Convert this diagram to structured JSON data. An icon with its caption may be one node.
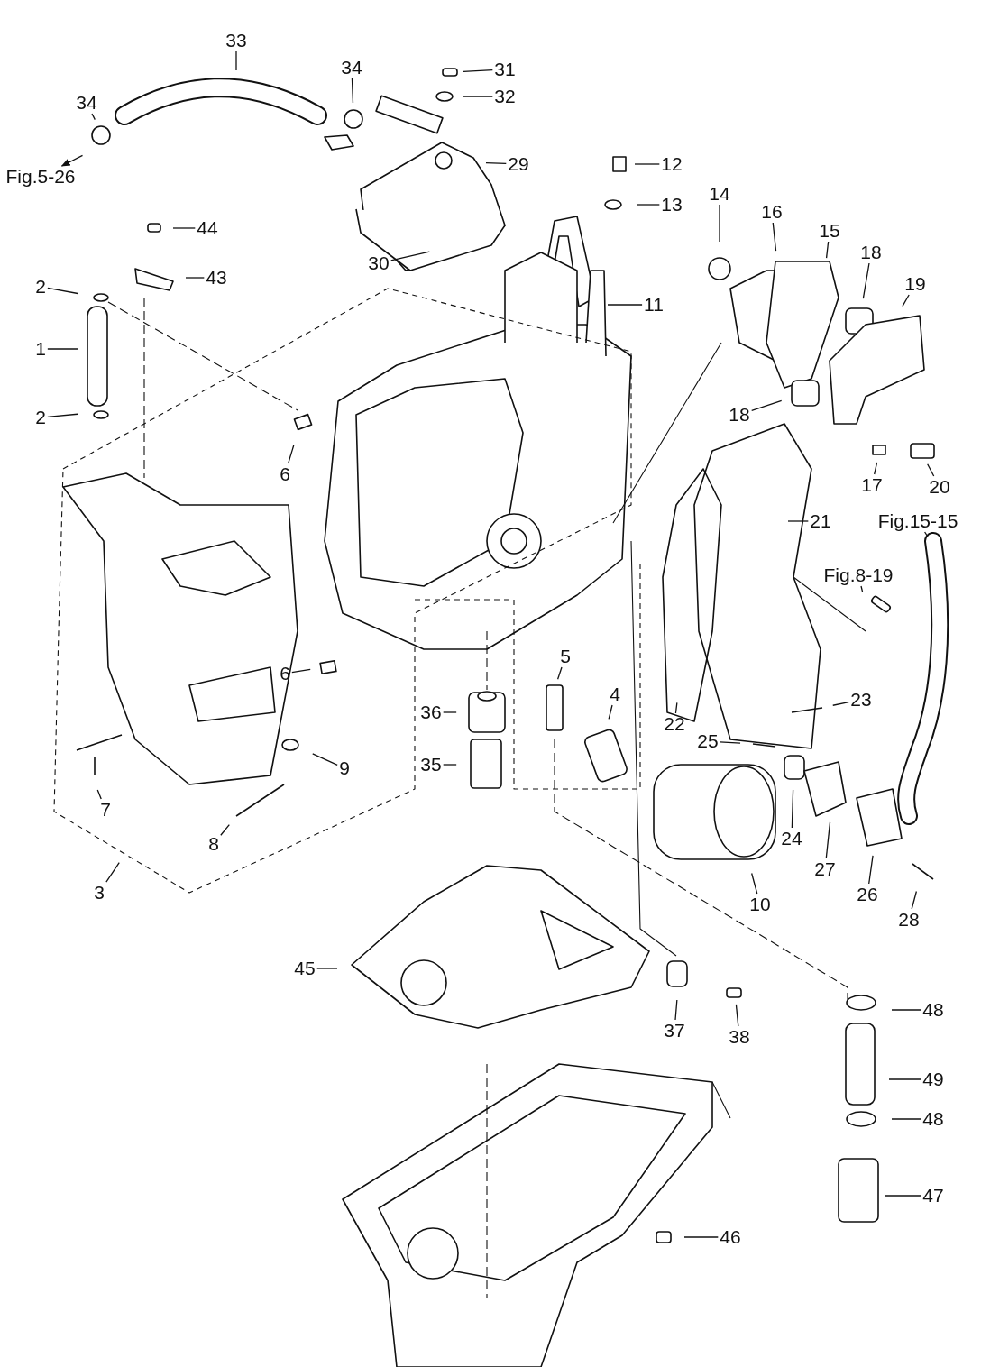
{
  "diagram": {
    "nodes": [
      {
        "text": [
          "33"
        ]
      },
      {
        "text": [
          "34"
        ]
      },
      {
        "text": [
          "Fig.5-26"
        ]
      },
      {
        "text": [
          "34"
        ]
      },
      {
        "text": [
          "31"
        ]
      },
      {
        "text": [
          "32"
        ]
      },
      {
        "text": [
          "29"
        ]
      },
      {
        "text": [
          "12"
        ]
      },
      {
        "text": [
          "13"
        ]
      },
      {
        "text": [
          "30"
        ]
      },
      {
        "text": [
          "44"
        ]
      },
      {
        "text": [
          "43"
        ]
      },
      {
        "text": [
          "2"
        ]
      },
      {
        "text": [
          "1"
        ]
      },
      {
        "text": [
          "2"
        ]
      },
      {
        "text": [
          "11"
        ]
      },
      {
        "text": [
          "14"
        ]
      },
      {
        "text": [
          "16"
        ]
      },
      {
        "text": [
          "15"
        ]
      },
      {
        "text": [
          "18"
        ]
      },
      {
        "text": [
          "19"
        ]
      },
      {
        "text": [
          "18"
        ]
      },
      {
        "text": [
          "17"
        ]
      },
      {
        "text": [
          "20"
        ]
      },
      {
        "text": [
          "21"
        ]
      },
      {
        "text": [
          "6"
        ]
      },
      {
        "text": [
          "6"
        ]
      },
      {
        "text": [
          "5"
        ]
      },
      {
        "text": [
          "4"
        ]
      },
      {
        "text": [
          "36"
        ]
      },
      {
        "text": [
          "35"
        ]
      },
      {
        "text": [
          "7"
        ]
      },
      {
        "text": [
          "8"
        ]
      },
      {
        "text": [
          "9"
        ]
      },
      {
        "text": [
          "3"
        ]
      },
      {
        "text": [
          "22"
        ]
      },
      {
        "text": [
          "Fig.15-15"
        ]
      },
      {
        "text": [
          "Fig.8-19"
        ]
      },
      {
        "text": [
          "23"
        ]
      },
      {
        "text": [
          "25"
        ]
      },
      {
        "text": [
          "24"
        ]
      },
      {
        "text": [
          "27"
        ]
      },
      {
        "text": [
          "26"
        ]
      },
      {
        "text": [
          "28"
        ]
      },
      {
        "text": [
          "10"
        ]
      },
      {
        "text": [
          "45"
        ]
      },
      {
        "text": [
          "37"
        ]
      },
      {
        "text": [
          "38"
        ]
      },
      {
        "text": [
          "48"
        ]
      },
      {
        "text": [
          "49"
        ]
      },
      {
        "text": [
          "48"
        ]
      },
      {
        "text": [
          "47"
        ]
      },
      {
        "text": [
          "46"
        ]
      }
    ],
    "edges": [
      {
        "from": 0,
        "to": null,
        "arrow": "none"
      },
      {
        "from": 1,
        "to": null,
        "arrow": "none"
      },
      {
        "from": null,
        "to": 2,
        "arrow": "to"
      },
      {
        "from": 3,
        "to": null,
        "arrow": "none"
      },
      {
        "from": 4,
        "to": null,
        "arrow": "none"
      },
      {
        "from": 5,
        "to": null,
        "arrow": "none"
      },
      {
        "from": 6,
        "to": null,
        "arrow": "none"
      },
      {
        "from": 7,
        "to": null,
        "arrow": "none"
      },
      {
        "from": 8,
        "to": null,
        "arrow": "none"
      },
      {
        "from": 9,
        "to": null,
        "arrow": "none"
      },
      {
        "from": 10,
        "to": null,
        "arrow": "none"
      },
      {
        "from": 11,
        "to": null,
        "arrow": "none"
      },
      {
        "from": 12,
        "to": null,
        "arrow": "none"
      },
      {
        "from": 13,
        "to": null,
        "arrow": "none"
      },
      {
        "from": 14,
        "to": null,
        "arrow": "none"
      },
      {
        "from": 15,
        "to": null,
        "arrow": "none"
      },
      {
        "from": 16,
        "to": null,
        "arrow": "none"
      },
      {
        "from": 17,
        "to": null,
        "arrow": "none"
      },
      {
        "from": 18,
        "to": null,
        "arrow": "none"
      },
      {
        "from": 19,
        "to": null,
        "arrow": "none"
      },
      {
        "from": 20,
        "to": null,
        "arrow": "none"
      },
      {
        "from": 21,
        "to": null,
        "arrow": "none"
      },
      {
        "from": 22,
        "to": null,
        "arrow": "none"
      },
      {
        "from": 23,
        "to": null,
        "arrow": "none"
      },
      {
        "from": 24,
        "to": null,
        "arrow": "none"
      },
      {
        "from": 25,
        "to": null,
        "arrow": "none"
      },
      {
        "from": 26,
        "to": null,
        "arrow": "none"
      },
      {
        "from": 27,
        "to": null,
        "arrow": "none"
      },
      {
        "from": 28,
        "to": null,
        "arrow": "none"
      },
      {
        "from": 29,
        "to": null,
        "arrow": "none"
      },
      {
        "from": 30,
        "to": null,
        "arrow": "none"
      },
      {
        "from": 31,
        "to": null,
        "arrow": "none"
      },
      {
        "from": 32,
        "to": null,
        "arrow": "none"
      },
      {
        "from": 33,
        "to": null,
        "arrow": "none"
      },
      {
        "from": 34,
        "to": null,
        "arrow": "none"
      },
      {
        "from": 35,
        "to": null,
        "arrow": "none"
      },
      {
        "from": 36,
        "to": null,
        "arrow": "none"
      },
      {
        "from": 37,
        "to": null,
        "arrow": "none"
      },
      {
        "from": 38,
        "to": null,
        "arrow": "none"
      },
      {
        "from": 39,
        "to": null,
        "arrow": "none"
      },
      {
        "from": 40,
        "to": null,
        "arrow": "none"
      },
      {
        "from": 41,
        "to": null,
        "arrow": "none"
      },
      {
        "from": 42,
        "to": null,
        "arrow": "none"
      },
      {
        "from": 43,
        "to": null,
        "arrow": "none"
      },
      {
        "from": 44,
        "to": null,
        "arrow": "none"
      },
      {
        "from": 45,
        "to": null,
        "arrow": "none"
      },
      {
        "from": 46,
        "to": null,
        "arrow": "none"
      },
      {
        "from": 47,
        "to": null,
        "arrow": "none"
      },
      {
        "from": 48,
        "to": null,
        "arrow": "none"
      },
      {
        "from": 49,
        "to": null,
        "arrow": "none"
      },
      {
        "from": 50,
        "to": null,
        "arrow": "none"
      },
      {
        "from": 51,
        "to": null,
        "arrow": "none"
      },
      {
        "from": 52,
        "to": null,
        "arrow": "none"
      }
    ]
  }
}
